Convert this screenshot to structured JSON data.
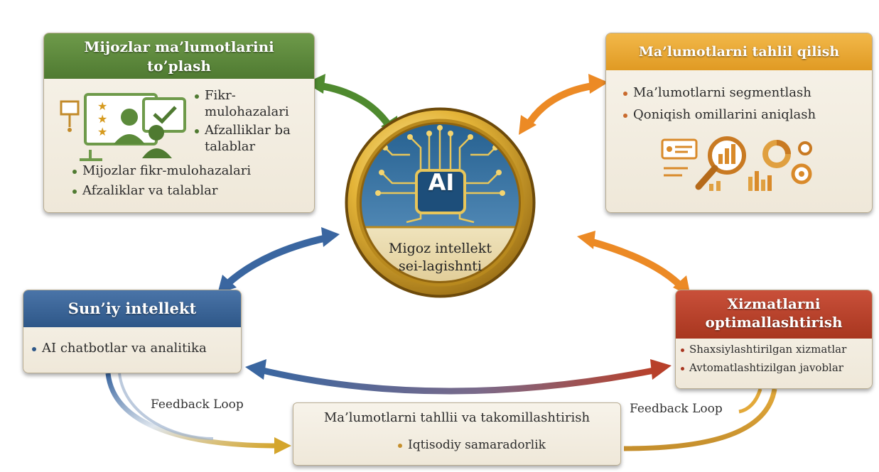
{
  "center": {
    "badge": "AI",
    "caption_line1": "Migoz intellekt",
    "caption_line2": "sei-lagishnti"
  },
  "collect": {
    "title_line1": "Mijozlar ma’lumotlarini",
    "title_line2": "to’plash",
    "side_items": [
      "Fikr-mulohazalari",
      "Afzalliklar ba talablar"
    ],
    "items": [
      "Mijozlar fikr-mulohazalari",
      "Afzaliklar va talablar"
    ]
  },
  "analyze": {
    "title": "Ma’lumotlarni tahlil qilish",
    "items": [
      "Ma’lumotlarni segmentlash",
      "Qoniqish omillarini aniqlash"
    ]
  },
  "ai": {
    "title": "Sun’iy intellekt",
    "items": [
      "AI chatbotlar va analitika"
    ]
  },
  "optimize": {
    "title_line1": "Xizmatlarni",
    "title_line2": "optimallashtirish",
    "items": [
      "Shaxsiylashtirilgan xizmatlar",
      "Avtomatlashtizilgan javoblar"
    ]
  },
  "improve": {
    "title": "Ma’lumotlarni tahllii va takomillashtirish",
    "items": [
      "Iqtisodiy samaradorlik"
    ]
  },
  "feedback": {
    "left": "Feedback Loop",
    "right": "Feedback Loop"
  },
  "colors": {
    "green": "#4f7a31",
    "orange": "#e08a23",
    "blue": "#3a66a0",
    "red": "#a8361f",
    "gold": "#d4a52c"
  }
}
